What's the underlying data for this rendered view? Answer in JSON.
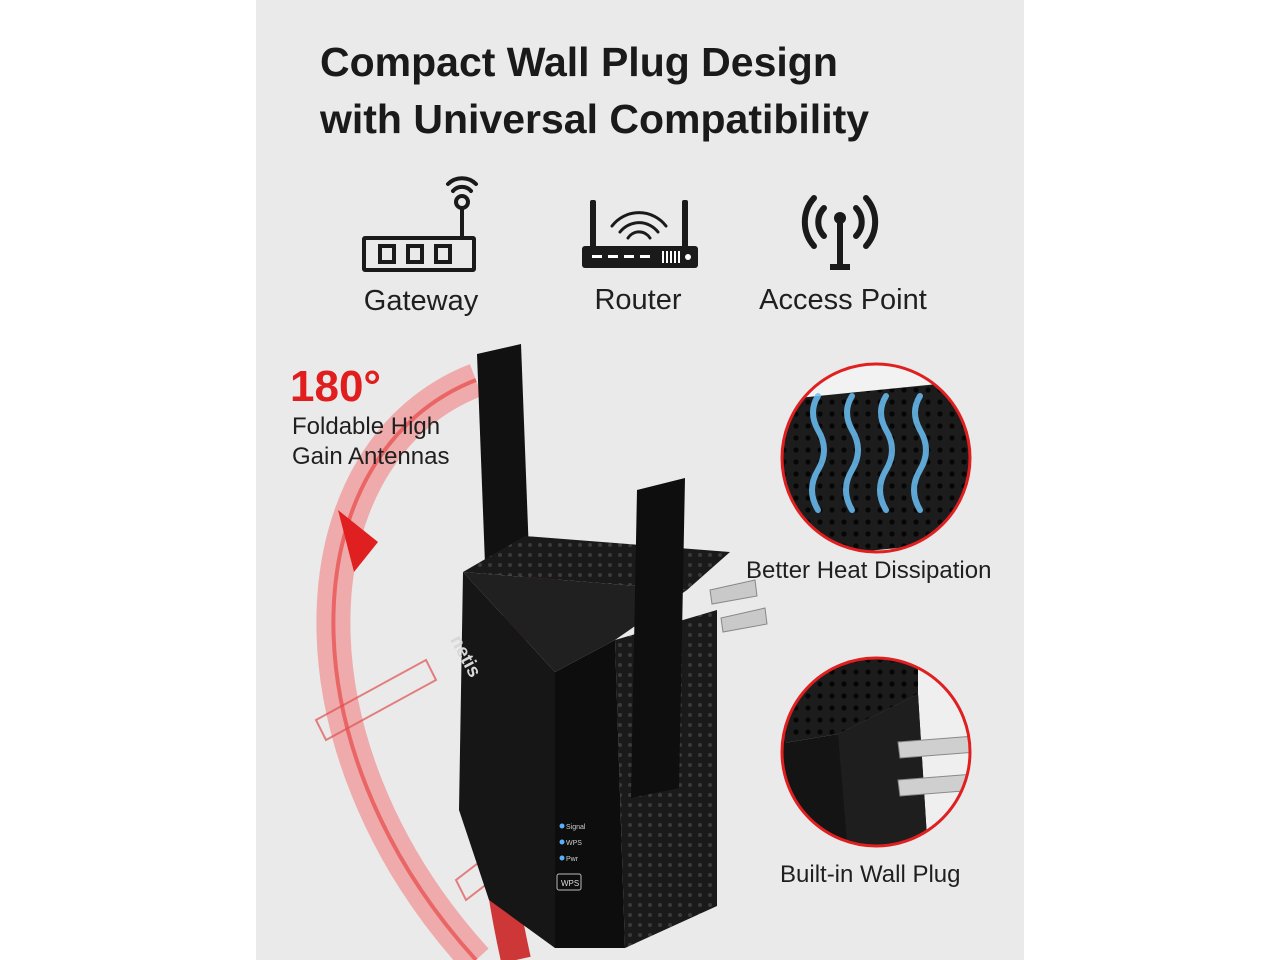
{
  "title": {
    "line1": "Compact Wall Plug Design",
    "line2": "with Universal Compatibility"
  },
  "compatibility": [
    {
      "label": "Gateway",
      "icon": "gateway-icon"
    },
    {
      "label": "Router",
      "icon": "router-icon"
    },
    {
      "label": "Access Point",
      "icon": "access-point-icon"
    }
  ],
  "antennas": {
    "degree": "180°",
    "line1": "Foldable High",
    "line2": "Gain Antennas"
  },
  "features": {
    "heat": "Better Heat Dissipation",
    "plug": "Built-in Wall Plug"
  },
  "device": {
    "brand": "netis",
    "leds": [
      "Signal",
      "WPS",
      "Pwr"
    ],
    "button": "WPS"
  },
  "colors": {
    "background": "#eaeaea",
    "accent_red": "#e01e1e",
    "device_black": "#141414",
    "airflow_blue": "#5fb8f0"
  }
}
